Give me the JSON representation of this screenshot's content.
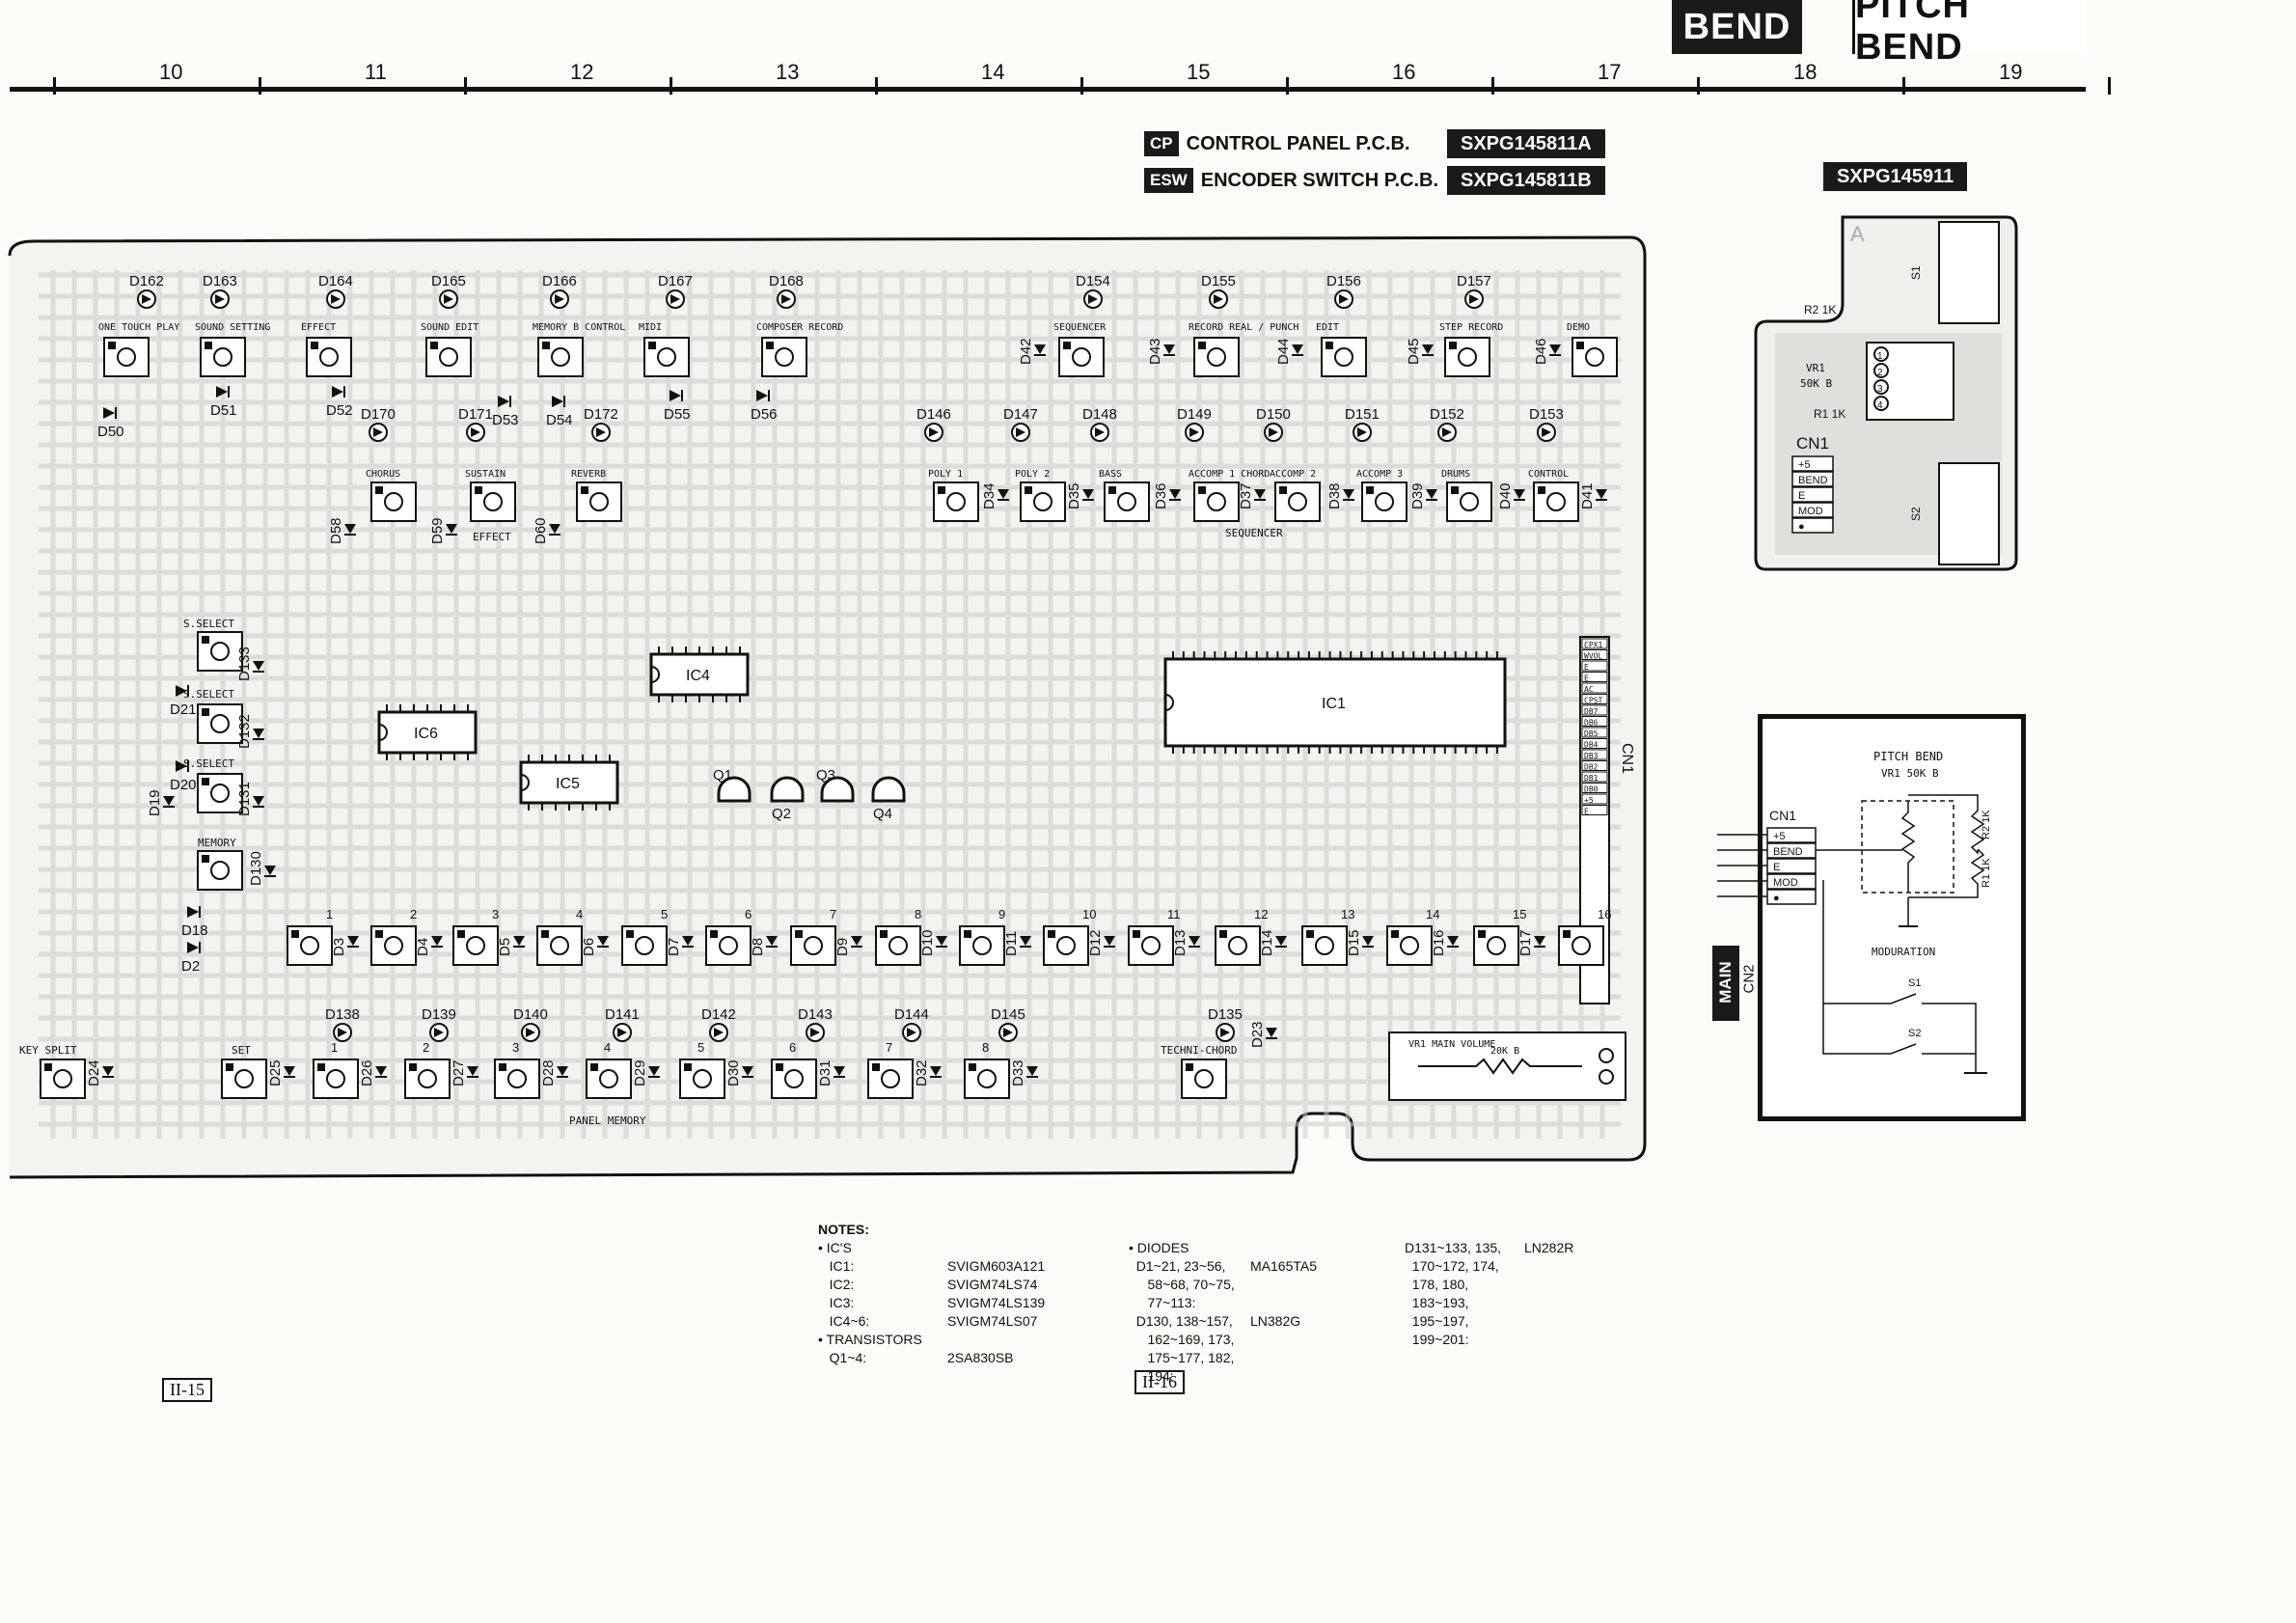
{
  "header": {
    "bend": "BEND",
    "pitch_bend": "PITCH BEND"
  },
  "ruler": {
    "numbers": [
      "10",
      "11",
      "12",
      "13",
      "14",
      "15",
      "16",
      "17",
      "18",
      "19"
    ]
  },
  "boards": {
    "cp_tag": "CP",
    "cp_name": "CONTROL PANEL P.C.B.",
    "cp_part": "SXPG145811A",
    "esw_tag": "ESW",
    "esw_name": "ENCODER SWITCH P.C.B.",
    "esw_part": "SXPG145811B",
    "bend_part": "SXPG145911"
  },
  "main_pcb": {
    "top_leds": [
      "D162",
      "D163",
      "D164",
      "D165",
      "D166",
      "D167",
      "D168",
      "D154",
      "D155",
      "D156",
      "D157"
    ],
    "top_switches": [
      "ONE TOUCH PLAY",
      "SOUND SETTING",
      "EFFECT",
      "SOUND EDIT",
      "MEMORY B CONTROL",
      "MIDI",
      "COMPOSER RECORD",
      "SEQUENCER",
      "RECORD REAL / PUNCH",
      "EDIT",
      "STEP RECORD",
      "DEMO"
    ],
    "second_leds": [
      "D170",
      "D171",
      "D172",
      "D146",
      "D147",
      "D148",
      "D149",
      "D150",
      "D151",
      "D152",
      "D153"
    ],
    "second_switches": [
      "CHORUS",
      "SUSTAIN",
      "REVERB",
      "POLY 1",
      "POLY 2",
      "BASS",
      "ACCOMP 1 CHORD",
      "ACCOMP 2",
      "ACCOMP 3",
      "DRUMS",
      "CONTROL"
    ],
    "section_effect": "EFFECT",
    "section_sequencer": "SEQUENCER",
    "section_panel_memory": "PANEL MEMORY",
    "ics": [
      "IC1",
      "IC4",
      "IC5",
      "IC6"
    ],
    "transistors": [
      "Q1",
      "Q2",
      "Q3",
      "Q4"
    ],
    "left_labels": [
      "S.SELECT",
      "S.SELECT",
      "S.SELECT",
      "MEMORY",
      "KEY SPLIT",
      "SET"
    ],
    "left_diodes": [
      "D50",
      "D51",
      "D52",
      "D53",
      "D54",
      "D55",
      "D56",
      "D58",
      "D59",
      "D60",
      "D21",
      "D20",
      "D19",
      "D18",
      "D2",
      "D133",
      "D132",
      "D131",
      "D130"
    ],
    "row1_nums": [
      "1",
      "2",
      "3",
      "4",
      "5",
      "6",
      "7",
      "8",
      "9",
      "10",
      "11",
      "12",
      "13",
      "14",
      "15",
      "16"
    ],
    "row1_diodes": [
      "D3",
      "D4",
      "D5",
      "D6",
      "D7",
      "D8",
      "D9",
      "D10",
      "D11",
      "D12",
      "D13",
      "D14",
      "D15",
      "D16",
      "D17"
    ],
    "row2_leds": [
      "D138",
      "D139",
      "D140",
      "D141",
      "D142",
      "D143",
      "D144",
      "D145",
      "D135"
    ],
    "row2_nums": [
      "1",
      "2",
      "3",
      "4",
      "5",
      "6",
      "7",
      "8"
    ],
    "row2_diodes": [
      "D24",
      "D25",
      "D26",
      "D27",
      "D28",
      "D29",
      "D30",
      "D31",
      "D32",
      "D33",
      "D23"
    ],
    "techni_chord": "TECHNI-CHORD",
    "volume_label": "VR1 MAIN VOLUME",
    "volume_value": "20K B",
    "cn1": "CN1",
    "cn1_pins": [
      "CPX1",
      "WVOL",
      "E",
      "E",
      "AC",
      "CPST",
      "DB7",
      "DB6",
      "DB5",
      "DB4",
      "DB3",
      "DB2",
      "DB1",
      "DB0",
      "+5",
      "E"
    ]
  },
  "bend_pcb": {
    "vr": "VR1",
    "vr_value": "50K B",
    "r2": "R2 1K",
    "r1": "R1 1K",
    "s1": "S1",
    "s2": "S2",
    "letter_a": "A",
    "cn1": "CN1",
    "cn1_pins": [
      "+5",
      "BEND",
      "E",
      "MOD",
      "●"
    ],
    "pot_pins": [
      "1",
      "2",
      "3",
      "4"
    ]
  },
  "schematic": {
    "title": "PITCH BEND",
    "vr": "VR1 50K B",
    "cn1": "CN1",
    "pins": [
      "+5",
      "BEND",
      "E",
      "MOD",
      "●"
    ],
    "r2": "R2 1K",
    "r1": "R1 1K",
    "moduration": "MODURATION",
    "s1": "S1",
    "s2": "S2",
    "main_tag": "MAIN",
    "cn2": "CN2"
  },
  "notes": {
    "title": "NOTES:",
    "col1": [
      "• IC'S",
      "   IC1:",
      "   IC2:",
      "   IC3:",
      "   IC4~6:",
      "• TRANSISTORS",
      "   Q1~4:"
    ],
    "col1_vals": [
      "",
      "SVIGM603A121",
      "SVIGM74LS74",
      "SVIGM74LS139",
      "SVIGM74LS07",
      "",
      "2SA830SB"
    ],
    "col2": [
      "• DIODES",
      "  D1~21, 23~56,",
      "     58~68, 70~75,",
      "     77~113:",
      "  D130, 138~157,",
      "     162~169, 173,",
      "     175~177, 182,",
      "     194:"
    ],
    "col2_vals": [
      "",
      "MA165TA5",
      "",
      "",
      "LN382G"
    ],
    "col3": [
      "D131~133, 135,",
      "  170~172, 174,",
      "  178, 180,",
      "  183~193,",
      "  195~197,",
      "  199~201:"
    ],
    "col3_val": "LN282R"
  },
  "page_numbers": {
    "left": "II-15",
    "right": "II-16"
  }
}
